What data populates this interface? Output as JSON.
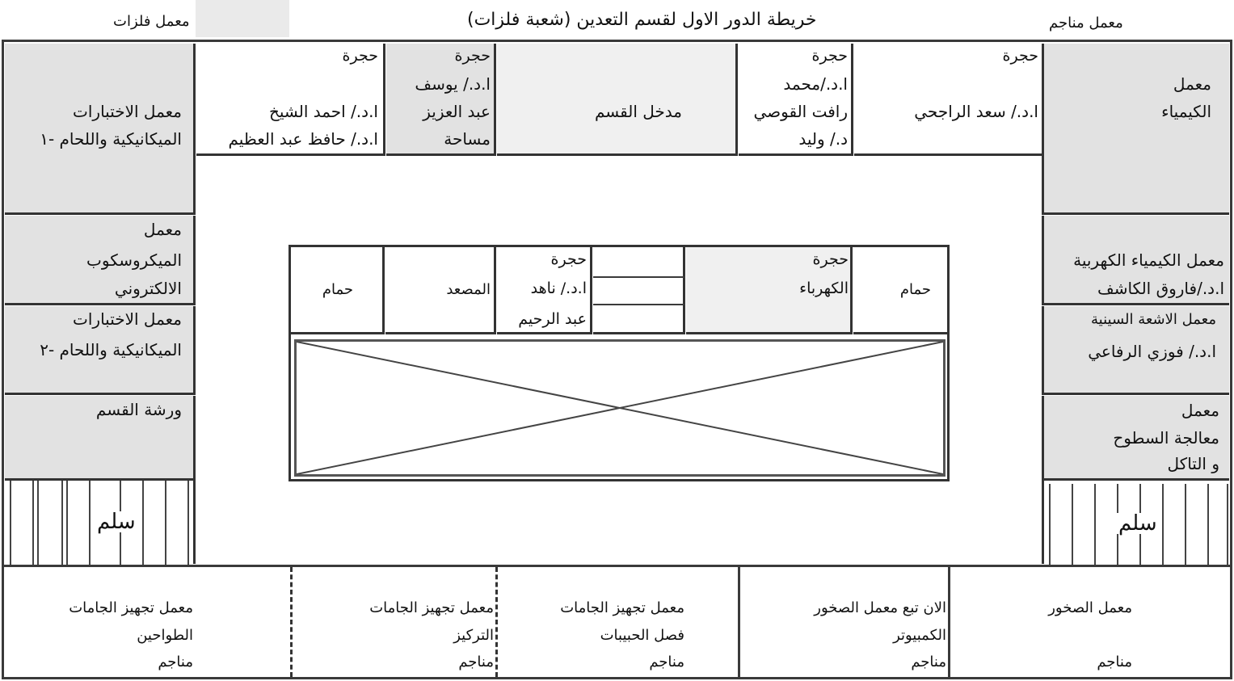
{
  "title": "خريطة الدور الاول لقسم التعدين (شعبة فلزات)",
  "top_labels": {
    "left": "معمل فلزات",
    "right": "معمل مناجم"
  },
  "left_column": {
    "lab_tests_1": [
      "معمل الاختبارات",
      "الميكانيكية واللحام -١"
    ],
    "microscope_lab": [
      "معمل",
      "الميكروسكوب",
      "الالكتروني"
    ],
    "lab_tests_2": [
      "معمل الاختبارات",
      "الميكانيكية واللحام -٢"
    ],
    "workshop": "ورشة القسم",
    "stairs": "سلم"
  },
  "top_row": {
    "room_shaikh": {
      "label": "حجرة",
      "lines": [
        "ا.د./ احمد الشيخ",
        "ا.د./ حافظ عبد العظيم"
      ]
    },
    "room_youssef": {
      "label": "حجرة",
      "lines": [
        "ا.د./ يوسف",
        "عبد العزيز",
        "مساحة"
      ]
    },
    "entrance": "مدخل القسم",
    "room_qousi": {
      "label": "حجرة",
      "lines": [
        "ا.د./محمد",
        "رافت القوصي",
        "د./ وليد"
      ]
    },
    "room_rajhi": {
      "label": "حجرة",
      "lines": [
        "ا.د./ سعد الراجحي"
      ]
    }
  },
  "right_column": {
    "chemistry_lab": [
      "معمل",
      "الكيمياء"
    ],
    "electrochem_lab": [
      "معمل الكيمياء الكهربية",
      "ا.د./فاروق الكاشف"
    ],
    "xray_lab": [
      "معمل الاشعة السينية",
      "ا.د./ فوزي الرفاعي"
    ],
    "surface_lab": [
      "معمل",
      "معالجة السطوح",
      "و التاكل"
    ],
    "stairs": "سلم"
  },
  "center_block": {
    "bathroom_left": "حمام",
    "elevator": "المصعد",
    "room_nahed": {
      "label": "حجرة",
      "lines": [
        "ا.د./ ناهد",
        "عبد الرحيم"
      ]
    },
    "electricity": [
      "حجرة",
      "الكهرباء"
    ],
    "bathroom_right": "حمام"
  },
  "bottom_row": {
    "grinders": [
      "معمل تجهيز الجامات",
      "الطواحين",
      "مناجم"
    ],
    "concentration": [
      "معمل تجهيز الجامات",
      "التركيز",
      "مناجم"
    ],
    "particle_separation": [
      "معمل تجهيز الجامات",
      "فصل الحبيبات",
      "مناجم"
    ],
    "computer": [
      "الان تبع معمل الصخور",
      "الكمبيوتر",
      "مناجم"
    ],
    "rocks": [
      "معمل الصخور",
      "مناجم"
    ]
  }
}
